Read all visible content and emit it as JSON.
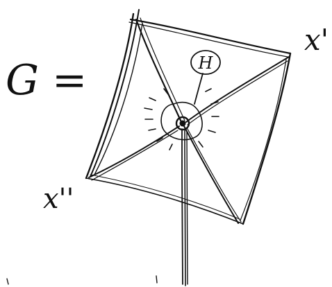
{
  "diagram": {
    "graph_label": "G =",
    "vertex_labels": {
      "top_right": "x'",
      "bottom_left": "x''"
    },
    "center_label": "H",
    "ink_color": "#111111",
    "background": "#ffffff"
  }
}
